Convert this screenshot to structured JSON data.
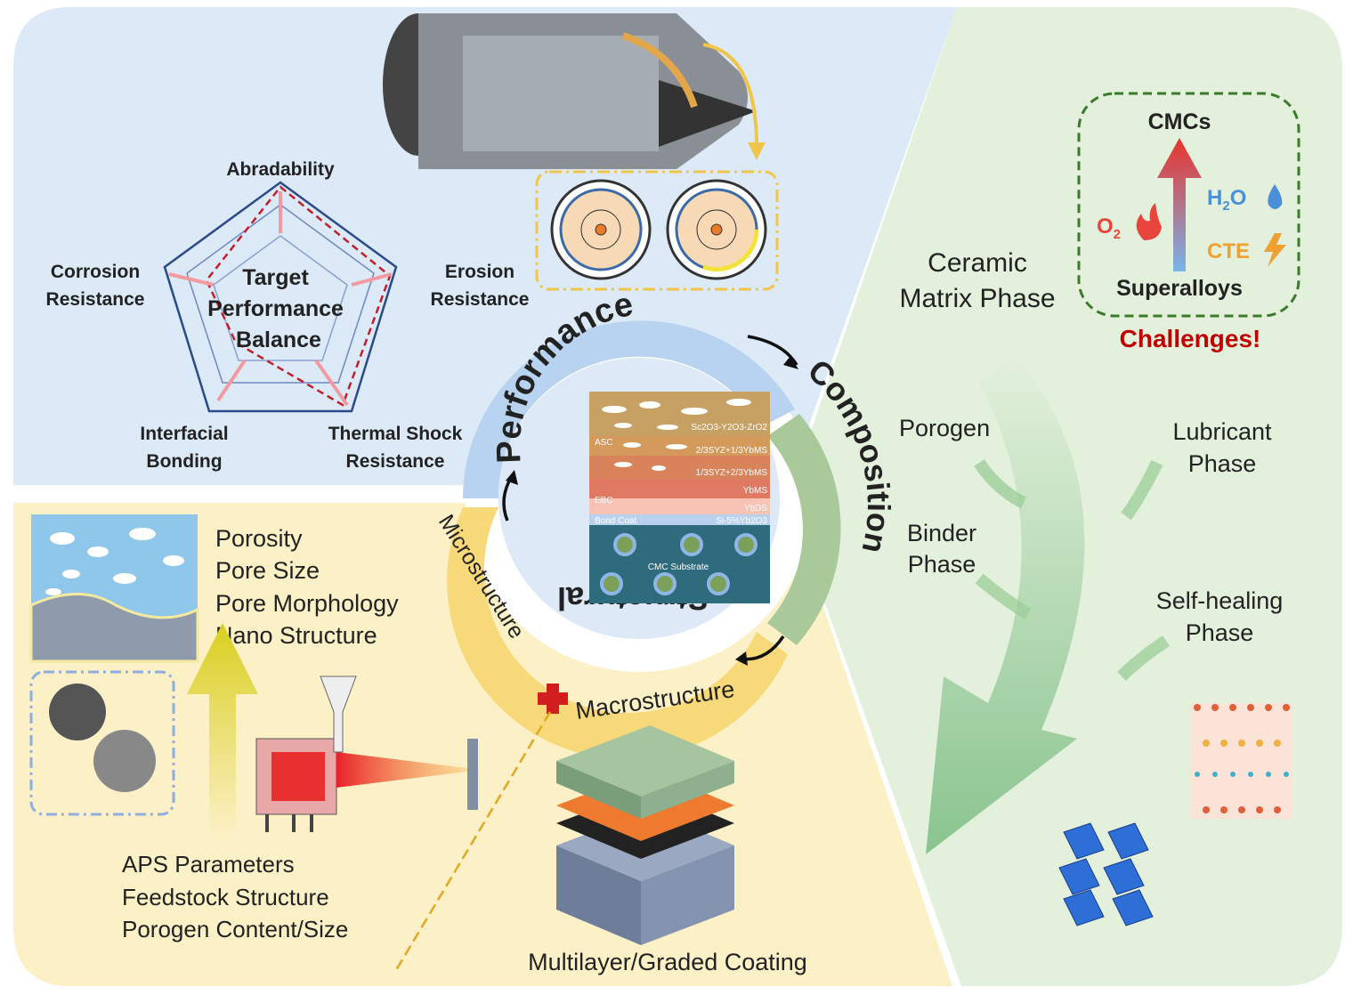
{
  "performance": {
    "ring_label": "Performance",
    "radar_center": "Target Performance Balance",
    "radar_center_lines": [
      "Target",
      "Performance",
      "Balance"
    ],
    "axes": [
      {
        "lines": [
          "Abradability"
        ]
      },
      {
        "lines": [
          "Erosion",
          "Resistance"
        ]
      },
      {
        "lines": [
          "Thermal Shock",
          "Resistance"
        ]
      },
      {
        "lines": [
          "Interfacial",
          "Bonding"
        ]
      },
      {
        "lines": [
          "Corrosion",
          "Resistance"
        ]
      }
    ]
  },
  "composition": {
    "ring_label": "Composition",
    "main": [
      "Ceramic",
      "Matrix Phase"
    ],
    "porogen": "Porogen",
    "binder": [
      "Binder",
      "Phase"
    ],
    "lubricant": [
      "Lubricant",
      "Phase"
    ],
    "self_healing": [
      "Self-healing",
      "Phase"
    ],
    "challenge_box": {
      "top": "CMCs",
      "bottom": "Superalloys",
      "o2": "O",
      "o2_sub": "2",
      "h2o_h": "H",
      "h2o_sub": "2",
      "h2o_o": "O",
      "cte": "CTE"
    },
    "challenges": "Challenges!"
  },
  "structural": {
    "ring_label": "Structural",
    "micro": "Microstructure",
    "macro": "Macrostructure",
    "micro_props": [
      "Porosity",
      "Pore Size",
      "Pore Morphology",
      "Nano Structure"
    ],
    "process_params": [
      "APS Parameters",
      "Feedstock Structure",
      "Porogen Content/Size"
    ],
    "multilayer": "Multilayer/Graded Coating"
  },
  "coating": {
    "layers": [
      "Sc2O3-Y2O3-ZrO2",
      "2/3SYZ+1/3YbMS",
      "1/3SYZ+2/3YbMS",
      "YbMS",
      "YbDS",
      "Si-5%Yb2O3"
    ],
    "asc": "ASC",
    "ebc": "EBC",
    "bond_coat": "Bond Coat",
    "substrate": "CMC Substrate"
  },
  "colors": {
    "blue_panel": "#dce9f7",
    "green_panel": "#e3f0dc",
    "yellow_panel": "#fcf0c6",
    "challenge": "#c00000"
  }
}
